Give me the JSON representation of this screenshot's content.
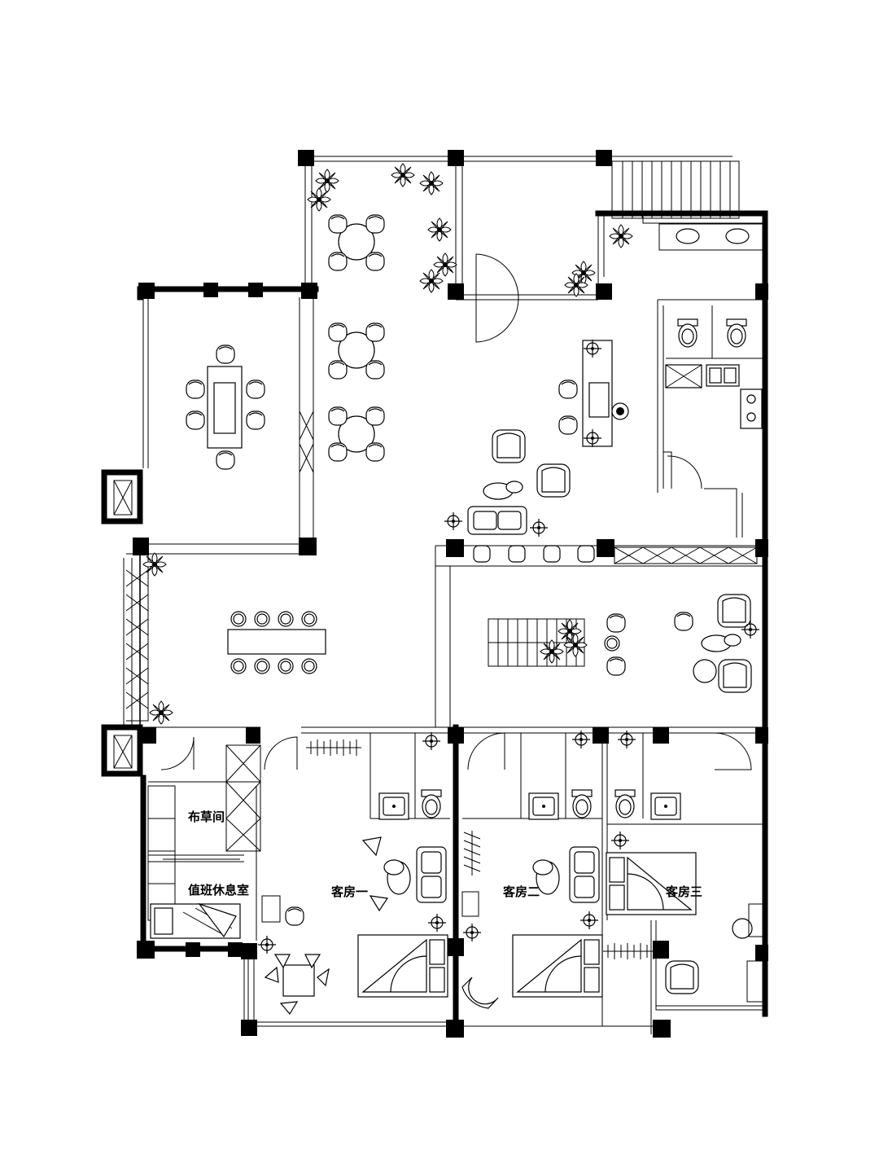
{
  "floor_plan": {
    "rooms": {
      "linen_room": "布草间",
      "duty_room": "值班休息室",
      "guest_room_1": "客房一",
      "guest_room_2": "客房二",
      "guest_room_3": "客房三"
    }
  }
}
